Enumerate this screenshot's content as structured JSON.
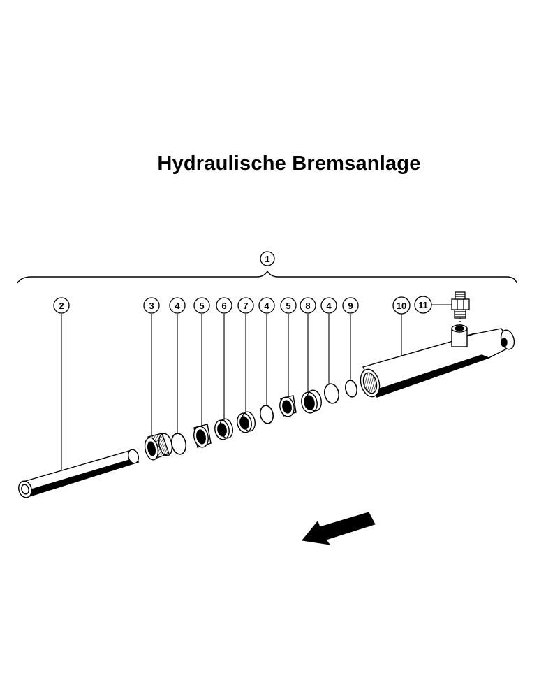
{
  "title": "Hydraulische Bremsanlage",
  "assembly_label": "1",
  "parts": [
    {
      "label": "2"
    },
    {
      "label": "3"
    },
    {
      "label": "4"
    },
    {
      "label": "5"
    },
    {
      "label": "6"
    },
    {
      "label": "7"
    },
    {
      "label": "4"
    },
    {
      "label": "5"
    },
    {
      "label": "8"
    },
    {
      "label": "4"
    },
    {
      "label": "9"
    },
    {
      "label": "10"
    },
    {
      "label": "11"
    }
  ],
  "colors": {
    "ink": "#000000",
    "paper": "#ffffff"
  }
}
